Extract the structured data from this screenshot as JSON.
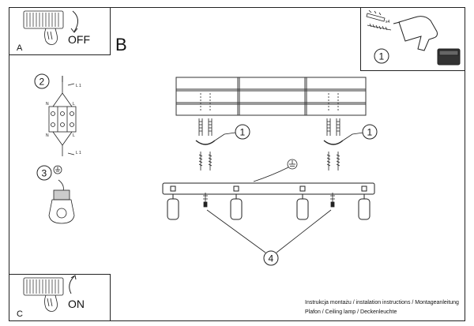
{
  "panels": {
    "a": {
      "letter": "A",
      "action": "OFF"
    },
    "c": {
      "letter": "C",
      "action": "ON"
    },
    "b": {
      "letter": "B"
    }
  },
  "steps": {
    "one": "1",
    "two": "2",
    "three": "3",
    "four": "4"
  },
  "wiring": {
    "n": "N",
    "l": "L",
    "l1": "L 1"
  },
  "tools": {
    "qty": "x4"
  },
  "footer": {
    "line1": "Instrukcja montażu / instalation instructions / Montageanleitung",
    "line2": "Plafon / Ceiling lamp / Deckenleuchte"
  }
}
